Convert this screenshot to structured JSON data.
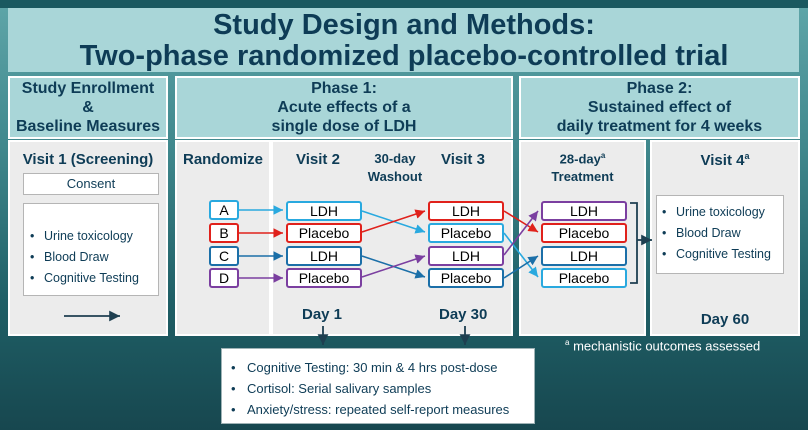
{
  "title": {
    "line1": "Study Design and Methods:",
    "line2": "Two-phase randomized placebo-controlled trial"
  },
  "headers": {
    "enrollment": [
      "Study Enrollment",
      "&",
      "Baseline Measures"
    ],
    "phase1": [
      "Phase 1:",
      "Acute effects of a",
      "single dose of LDH"
    ],
    "phase2": [
      "Phase 2:",
      "Sustained effect of",
      "daily treatment for 4 weeks"
    ]
  },
  "visit1": {
    "title": "Visit 1 (Screening)",
    "consent": "Consent",
    "items": [
      "Urine toxicology",
      "Blood Draw",
      "Cognitive Testing"
    ]
  },
  "randomize": {
    "title": "Randomize",
    "groups": [
      "A",
      "B",
      "C",
      "D"
    ]
  },
  "visit2": {
    "title": "Visit 2",
    "boxes": [
      "LDH",
      "Placebo",
      "LDH",
      "Placebo"
    ],
    "day": "Day 1"
  },
  "washout": [
    "30-day",
    "Washout"
  ],
  "visit3": {
    "title": "Visit 3",
    "boxes": [
      "LDH",
      "Placebo",
      "LDH",
      "Placebo"
    ],
    "day": "Day 30"
  },
  "treatment": {
    "title_line1": "28-day",
    "superscript": "a",
    "title_line2": "Treatment",
    "boxes": [
      "LDH",
      "Placebo",
      "LDH",
      "Placebo"
    ]
  },
  "visit4": {
    "title": "Visit 4",
    "superscript": "a",
    "items": [
      "Urine toxicology",
      "Blood Draw",
      "Cognitive Testing"
    ],
    "day": "Day 60"
  },
  "footnote": {
    "sup": "a",
    "text": " mechanistic outcomes assessed"
  },
  "outcomes": [
    "Cognitive Testing: 30 min & 4 hrs post-dose",
    "Cortisol: Serial salivary samples",
    "Anxiety/stress: repeated self-report measures"
  ],
  "colors": {
    "A": "#29a9df",
    "B": "#e0211b",
    "C": "#1b6fa8",
    "D": "#7b3fa0",
    "title": "#0e3c56"
  }
}
